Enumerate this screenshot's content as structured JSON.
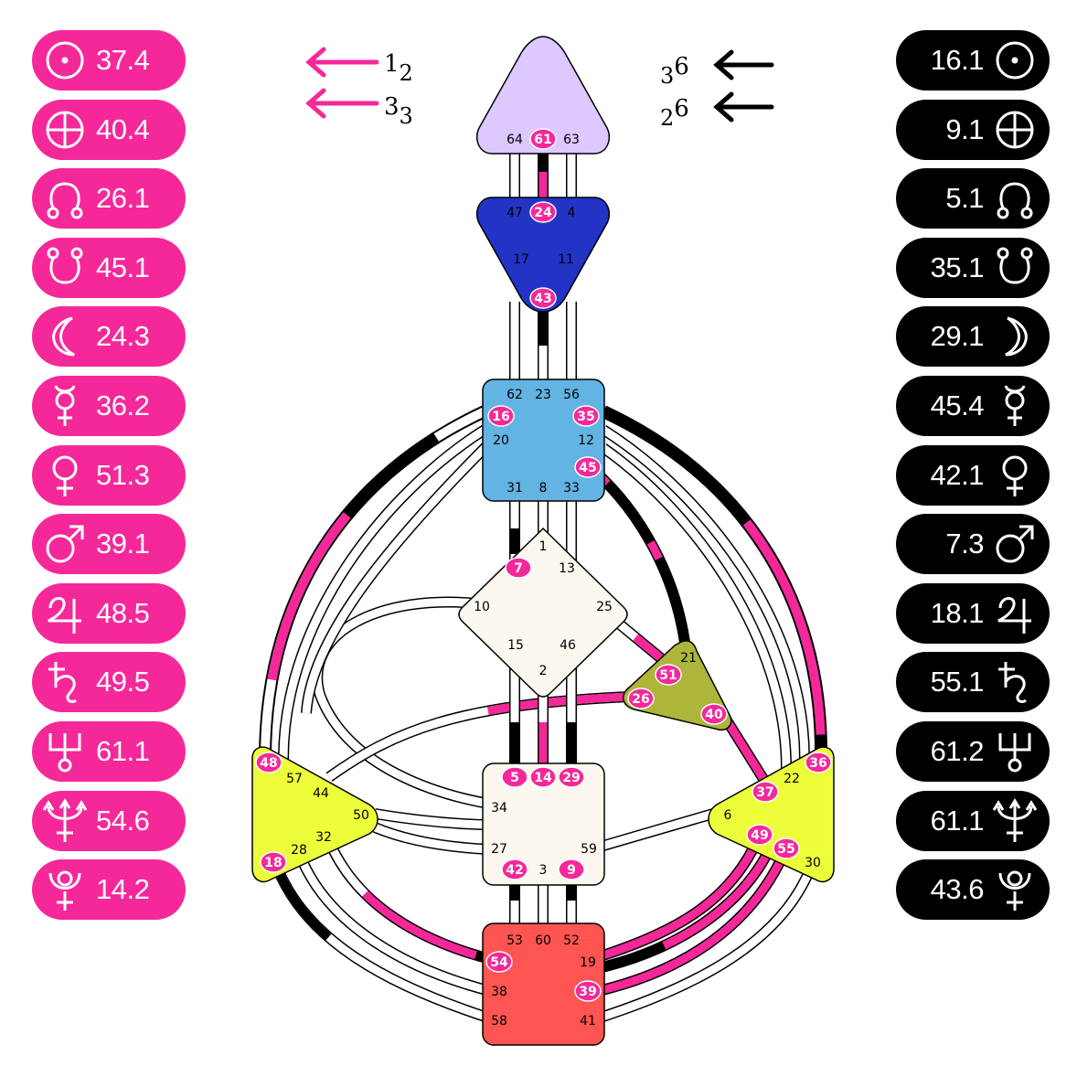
{
  "colors": {
    "personality": "#F5289A",
    "design": "#000000",
    "head": "#DDC8FF",
    "ajna": "#2233C6",
    "throat": "#63B3E3",
    "g": "#FCF7EF",
    "ego": "#ADB53A",
    "spleen": "#ECFE3A",
    "solar_plexus": "#ECFE3A",
    "sacral": "#FCF7EF",
    "root": "#FF5552"
  },
  "variables": {
    "left": [
      {
        "top": "1",
        "sub": "2"
      },
      {
        "top": "3",
        "sub": "3"
      }
    ],
    "right": [
      {
        "sub": "3",
        "top": "6"
      },
      {
        "sub": "2",
        "top": "6"
      }
    ]
  },
  "design_planets": [
    {
      "planet": "sun-icon",
      "value": "37.4"
    },
    {
      "planet": "earth-icon",
      "value": "40.4"
    },
    {
      "planet": "north-node-icon",
      "value": "26.1"
    },
    {
      "planet": "south-node-icon",
      "value": "45.1"
    },
    {
      "planet": "moon-icon",
      "value": "24.3"
    },
    {
      "planet": "mercury-icon",
      "value": "36.2"
    },
    {
      "planet": "venus-icon",
      "value": "51.3"
    },
    {
      "planet": "mars-icon",
      "value": "39.1"
    },
    {
      "planet": "jupiter-icon",
      "value": "48.5"
    },
    {
      "planet": "saturn-icon",
      "value": "49.5"
    },
    {
      "planet": "uranus-icon",
      "value": "61.1"
    },
    {
      "planet": "neptune-icon",
      "value": "54.6"
    },
    {
      "planet": "pluto-icon",
      "value": "14.2"
    }
  ],
  "personality_planets": [
    {
      "planet": "sun-icon",
      "value": "16.1"
    },
    {
      "planet": "earth-icon",
      "value": "9.1"
    },
    {
      "planet": "north-node-icon",
      "value": "5.1"
    },
    {
      "planet": "south-node-icon",
      "value": "35.1"
    },
    {
      "planet": "moon-icon",
      "value": "29.1"
    },
    {
      "planet": "mercury-icon",
      "value": "45.4"
    },
    {
      "planet": "venus-icon",
      "value": "42.1"
    },
    {
      "planet": "mars-icon",
      "value": "7.3"
    },
    {
      "planet": "jupiter-icon",
      "value": "18.1"
    },
    {
      "planet": "saturn-icon",
      "value": "55.1"
    },
    {
      "planet": "uranus-icon",
      "value": "61.2"
    },
    {
      "planet": "neptune-icon",
      "value": "61.1"
    },
    {
      "planet": "pluto-icon",
      "value": "43.6"
    }
  ],
  "gates": {
    "head": [
      "64",
      "61",
      "63"
    ],
    "ajna": [
      "47",
      "24",
      "4",
      "17",
      "11",
      "43"
    ],
    "throat": [
      "62",
      "23",
      "56",
      "16",
      "35",
      "20",
      "12",
      "45",
      "31",
      "8",
      "33"
    ],
    "g": [
      "1",
      "7",
      "13",
      "10",
      "25",
      "15",
      "46",
      "2"
    ],
    "ego": [
      "21",
      "51",
      "26",
      "40"
    ],
    "spleen": [
      "48",
      "57",
      "44",
      "50",
      "32",
      "28",
      "18"
    ],
    "sacral": [
      "5",
      "14",
      "29",
      "34",
      "27",
      "59",
      "42",
      "3",
      "9"
    ],
    "solar_plexus": [
      "36",
      "22",
      "37",
      "6",
      "49",
      "55",
      "30"
    ],
    "root": [
      "53",
      "60",
      "52",
      "54",
      "19",
      "38",
      "39",
      "58",
      "41"
    ]
  },
  "active_gates": [
    "61",
    "24",
    "43",
    "16",
    "35",
    "45",
    "7",
    "51",
    "26",
    "40",
    "48",
    "18",
    "5",
    "14",
    "29",
    "42",
    "9",
    "36",
    "37",
    "49",
    "55",
    "54",
    "39"
  ]
}
